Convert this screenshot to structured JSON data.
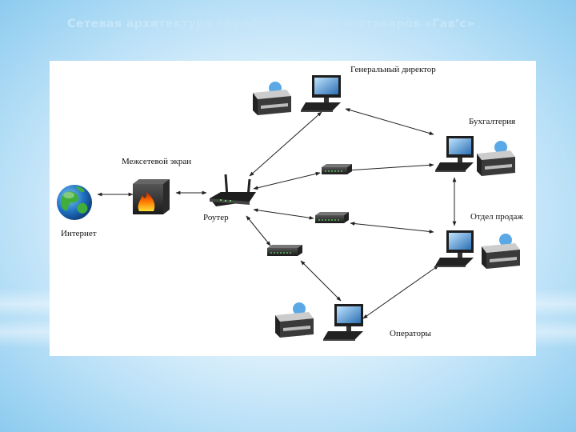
{
  "slide": {
    "title": "Сетевая архитектура службы доставки зоотоваров «Гав’с»"
  },
  "diagram": {
    "labels": {
      "director": "Генеральный директор",
      "accounting": "Бухгалтерия",
      "firewall": "Межсетевой экран",
      "router": "Роутер",
      "sales": "Отдел продаж",
      "internet": "Интернет",
      "operators": "Операторы"
    }
  },
  "colors": {
    "background_edge": "#8ccbef",
    "title": "#c6e6f8",
    "panel": "#ffffff",
    "connector": "#222222"
  },
  "icons": [
    "globe-icon",
    "firewall-icon",
    "router-icon",
    "switch-icon",
    "computer-icon",
    "printer-icon"
  ]
}
